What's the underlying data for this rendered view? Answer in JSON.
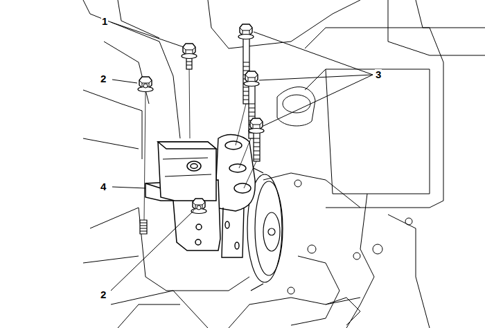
{
  "diagram": {
    "labels": [
      "1",
      "2",
      "3",
      "4",
      "2"
    ]
  }
}
